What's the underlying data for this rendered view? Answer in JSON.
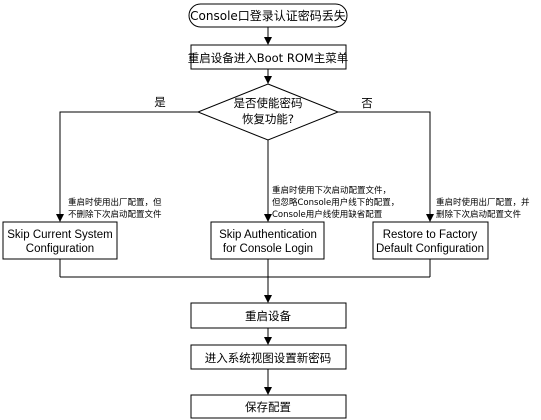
{
  "start": "Console口登录认证密码丢失",
  "step_enter_bootrom": "重启设备进入Boot ROM主菜单",
  "decision": {
    "line1": "是否使能密码",
    "line2": "恢复功能?",
    "yes": "是",
    "no": "否"
  },
  "options": [
    {
      "title_line1": "Skip Current System",
      "title_line2": "Configuration",
      "note_line1": "重启时使用出厂配置，但",
      "note_line2": "不删除下次启动配置文件"
    },
    {
      "title_line1": "Skip Authentication",
      "title_line2": "for Console Login",
      "note_line1": "重启时使用下次启动配置文件，",
      "note_line2": "但忽略Console用户线下的配置，",
      "note_line3": "Console用户线使用缺省配置"
    },
    {
      "title_line1": "Restore to Factory",
      "title_line2": "Default Configuration",
      "note_line1": "重启时使用出厂配置，并",
      "note_line2": "删除下次启动配置文件"
    }
  ],
  "step_reboot": "重启设备",
  "step_set_password": "进入系统视图设置新密码",
  "step_save": "保存配置",
  "colors": {
    "box_fill": "#ffffff",
    "stroke": "#000000"
  }
}
